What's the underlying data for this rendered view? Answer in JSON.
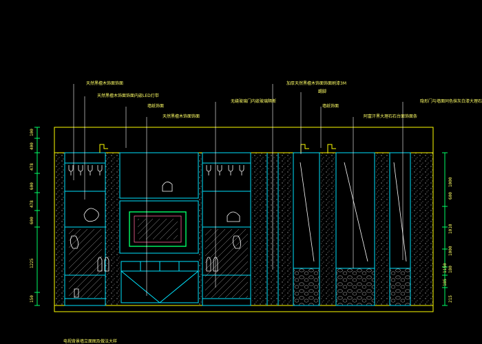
{
  "drawing": {
    "background": "#000000",
    "colors": {
      "outline": "#ffff00",
      "joinery": "#00e5ff",
      "panel": "#00ff66",
      "leader": "#ffffff",
      "annotation": "#ffff66"
    },
    "annotations": [
      "天然黑檀木饰面饰面",
      "天然黑檀木饰面饰面内嵌LED灯带",
      "墙纸饰面",
      "天然黑檀木饰面饰面",
      "无缝玻璃门内嵌玻璃隔断",
      "加厚天然黑檀木饰面饰面刷漆3M",
      "踢脚",
      "墙纸饰面",
      "阿富汗黑大理石石台面饰面条",
      "隐形门与墙面同色抹灰白漆大理石"
    ],
    "left_dimensions": [
      "100",
      "400",
      "478",
      "600",
      "478",
      "600",
      "1225",
      "150"
    ],
    "right_dimensions": [
      "1000",
      "600",
      "1010",
      "1000",
      "1150",
      "180",
      "185",
      "215"
    ],
    "footer_caption": "电视背景墙立面图及做法大样"
  }
}
